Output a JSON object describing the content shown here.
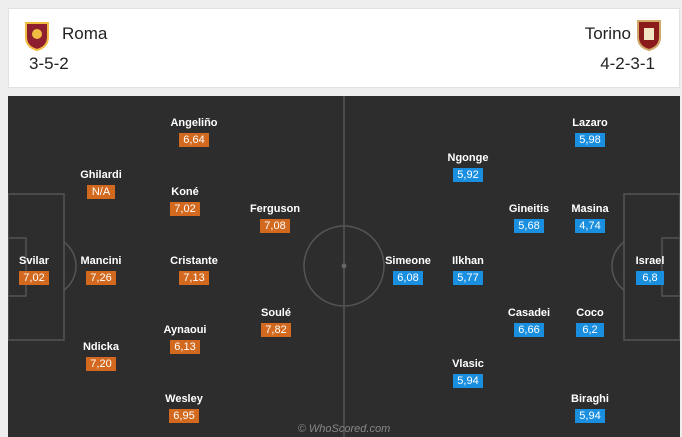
{
  "home": {
    "name": "Roma",
    "formation": "3-5-2",
    "crest_icon": "roma-crest-icon",
    "rating_color": "#d2691e",
    "players": [
      {
        "name": "Svilar",
        "rating": "7,02"
      },
      {
        "name": "Ghilardi",
        "rating": "N/A"
      },
      {
        "name": "Mancini",
        "rating": "7,26"
      },
      {
        "name": "Ndicka",
        "rating": "7,20"
      },
      {
        "name": "Angeliño",
        "rating": "6,64"
      },
      {
        "name": "Koné",
        "rating": "7,02"
      },
      {
        "name": "Cristante",
        "rating": "7,13"
      },
      {
        "name": "Aynaoui",
        "rating": "6,13"
      },
      {
        "name": "Wesley",
        "rating": "6,95"
      },
      {
        "name": "Ferguson",
        "rating": "7,08"
      },
      {
        "name": "Soulé",
        "rating": "7,82"
      }
    ]
  },
  "away": {
    "name": "Torino",
    "formation": "4-2-3-1",
    "crest_icon": "torino-crest-icon",
    "rating_color": "#1a8fe0",
    "players": [
      {
        "name": "Israel",
        "rating": "6,8"
      },
      {
        "name": "Lazaro",
        "rating": "5,98"
      },
      {
        "name": "Masina",
        "rating": "4,74"
      },
      {
        "name": "Coco",
        "rating": "6,2"
      },
      {
        "name": "Biraghi",
        "rating": "5,94"
      },
      {
        "name": "Gineitis",
        "rating": "5,68"
      },
      {
        "name": "Casadei",
        "rating": "6,66"
      },
      {
        "name": "Ngonge",
        "rating": "5,92"
      },
      {
        "name": "Ilkhan",
        "rating": "5,77"
      },
      {
        "name": "Vlasic",
        "rating": "5,94"
      },
      {
        "name": "Simeone",
        "rating": "6,08"
      }
    ]
  },
  "watermark": "© WhoScored.com"
}
